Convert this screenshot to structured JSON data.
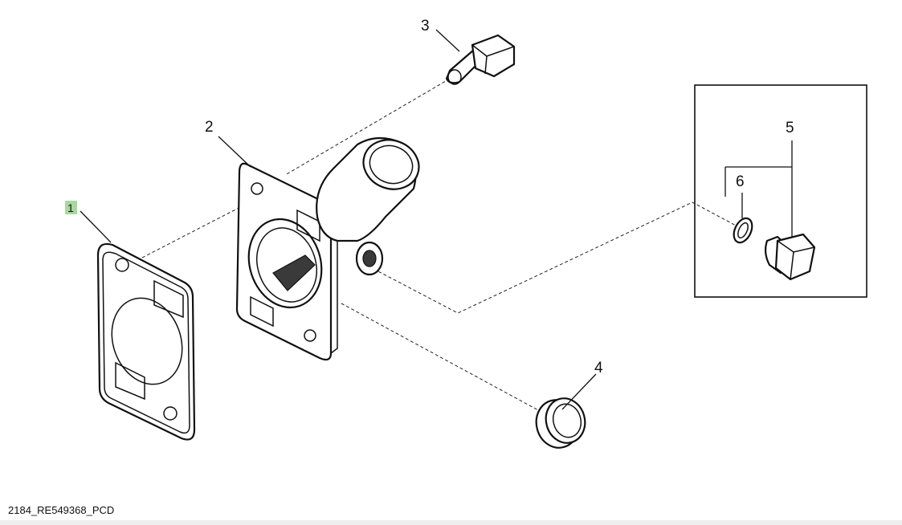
{
  "drawing_id": "2184_RE549368_PCD",
  "callouts": {
    "c1": "1",
    "c2": "2",
    "c3": "3",
    "c4": "4",
    "c5": "5",
    "c6": "6"
  },
  "highlight_color": "#a8d8a0",
  "parts": [
    {
      "callout": "1",
      "icon": "gasket-icon"
    },
    {
      "callout": "2",
      "icon": "thermostat-housing-icon"
    },
    {
      "callout": "3",
      "icon": "flange-bolt-icon"
    },
    {
      "callout": "4",
      "icon": "seal-ring-icon"
    },
    {
      "callout": "5",
      "icon": "plug-icon"
    },
    {
      "callout": "6",
      "icon": "o-ring-icon"
    }
  ]
}
